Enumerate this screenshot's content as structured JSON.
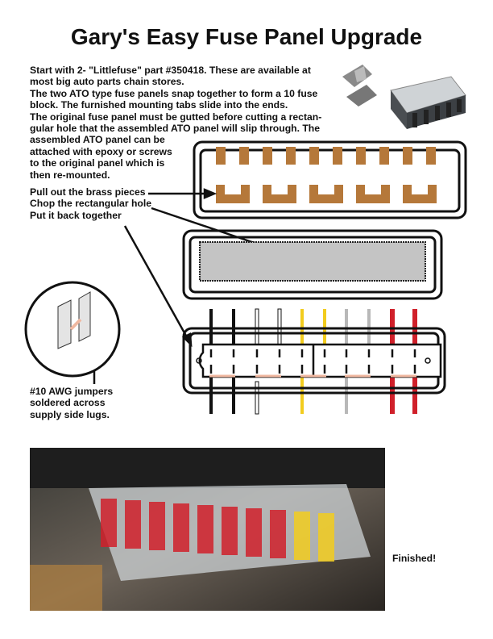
{
  "title": "Gary's Easy Fuse Panel Upgrade",
  "intro_lines": [
    "Start with 2- \"Littlefuse\" part #350418.  These are available at",
    "most big auto parts chain stores.",
    "The two ATO type fuse panels snap together to form a 10 fuse",
    "block.  The furnished mounting tabs slide into the ends.",
    "The original fuse panel must be gutted before cutting a rectan-",
    "gular hole that the assembled ATO panel will slip through.  The",
    "assembled ATO panel can be",
    "attached with epoxy or screws",
    "to the original panel which is",
    "then re-mounted."
  ],
  "steps": [
    "Pull out the brass pieces",
    "Chop the rectangular hole",
    "Put it back together"
  ],
  "jumper_caption": [
    "#10 AWG jumpers",
    "soldered across",
    "supply side lugs."
  ],
  "finished": "Finished!",
  "colors": {
    "brass": "#b5783a",
    "jumper": "#f0b8a0",
    "yellow": "#f2cc1e",
    "red": "#d0202a",
    "grey": "#b8b8b8",
    "blue": "#7cc4e8"
  }
}
